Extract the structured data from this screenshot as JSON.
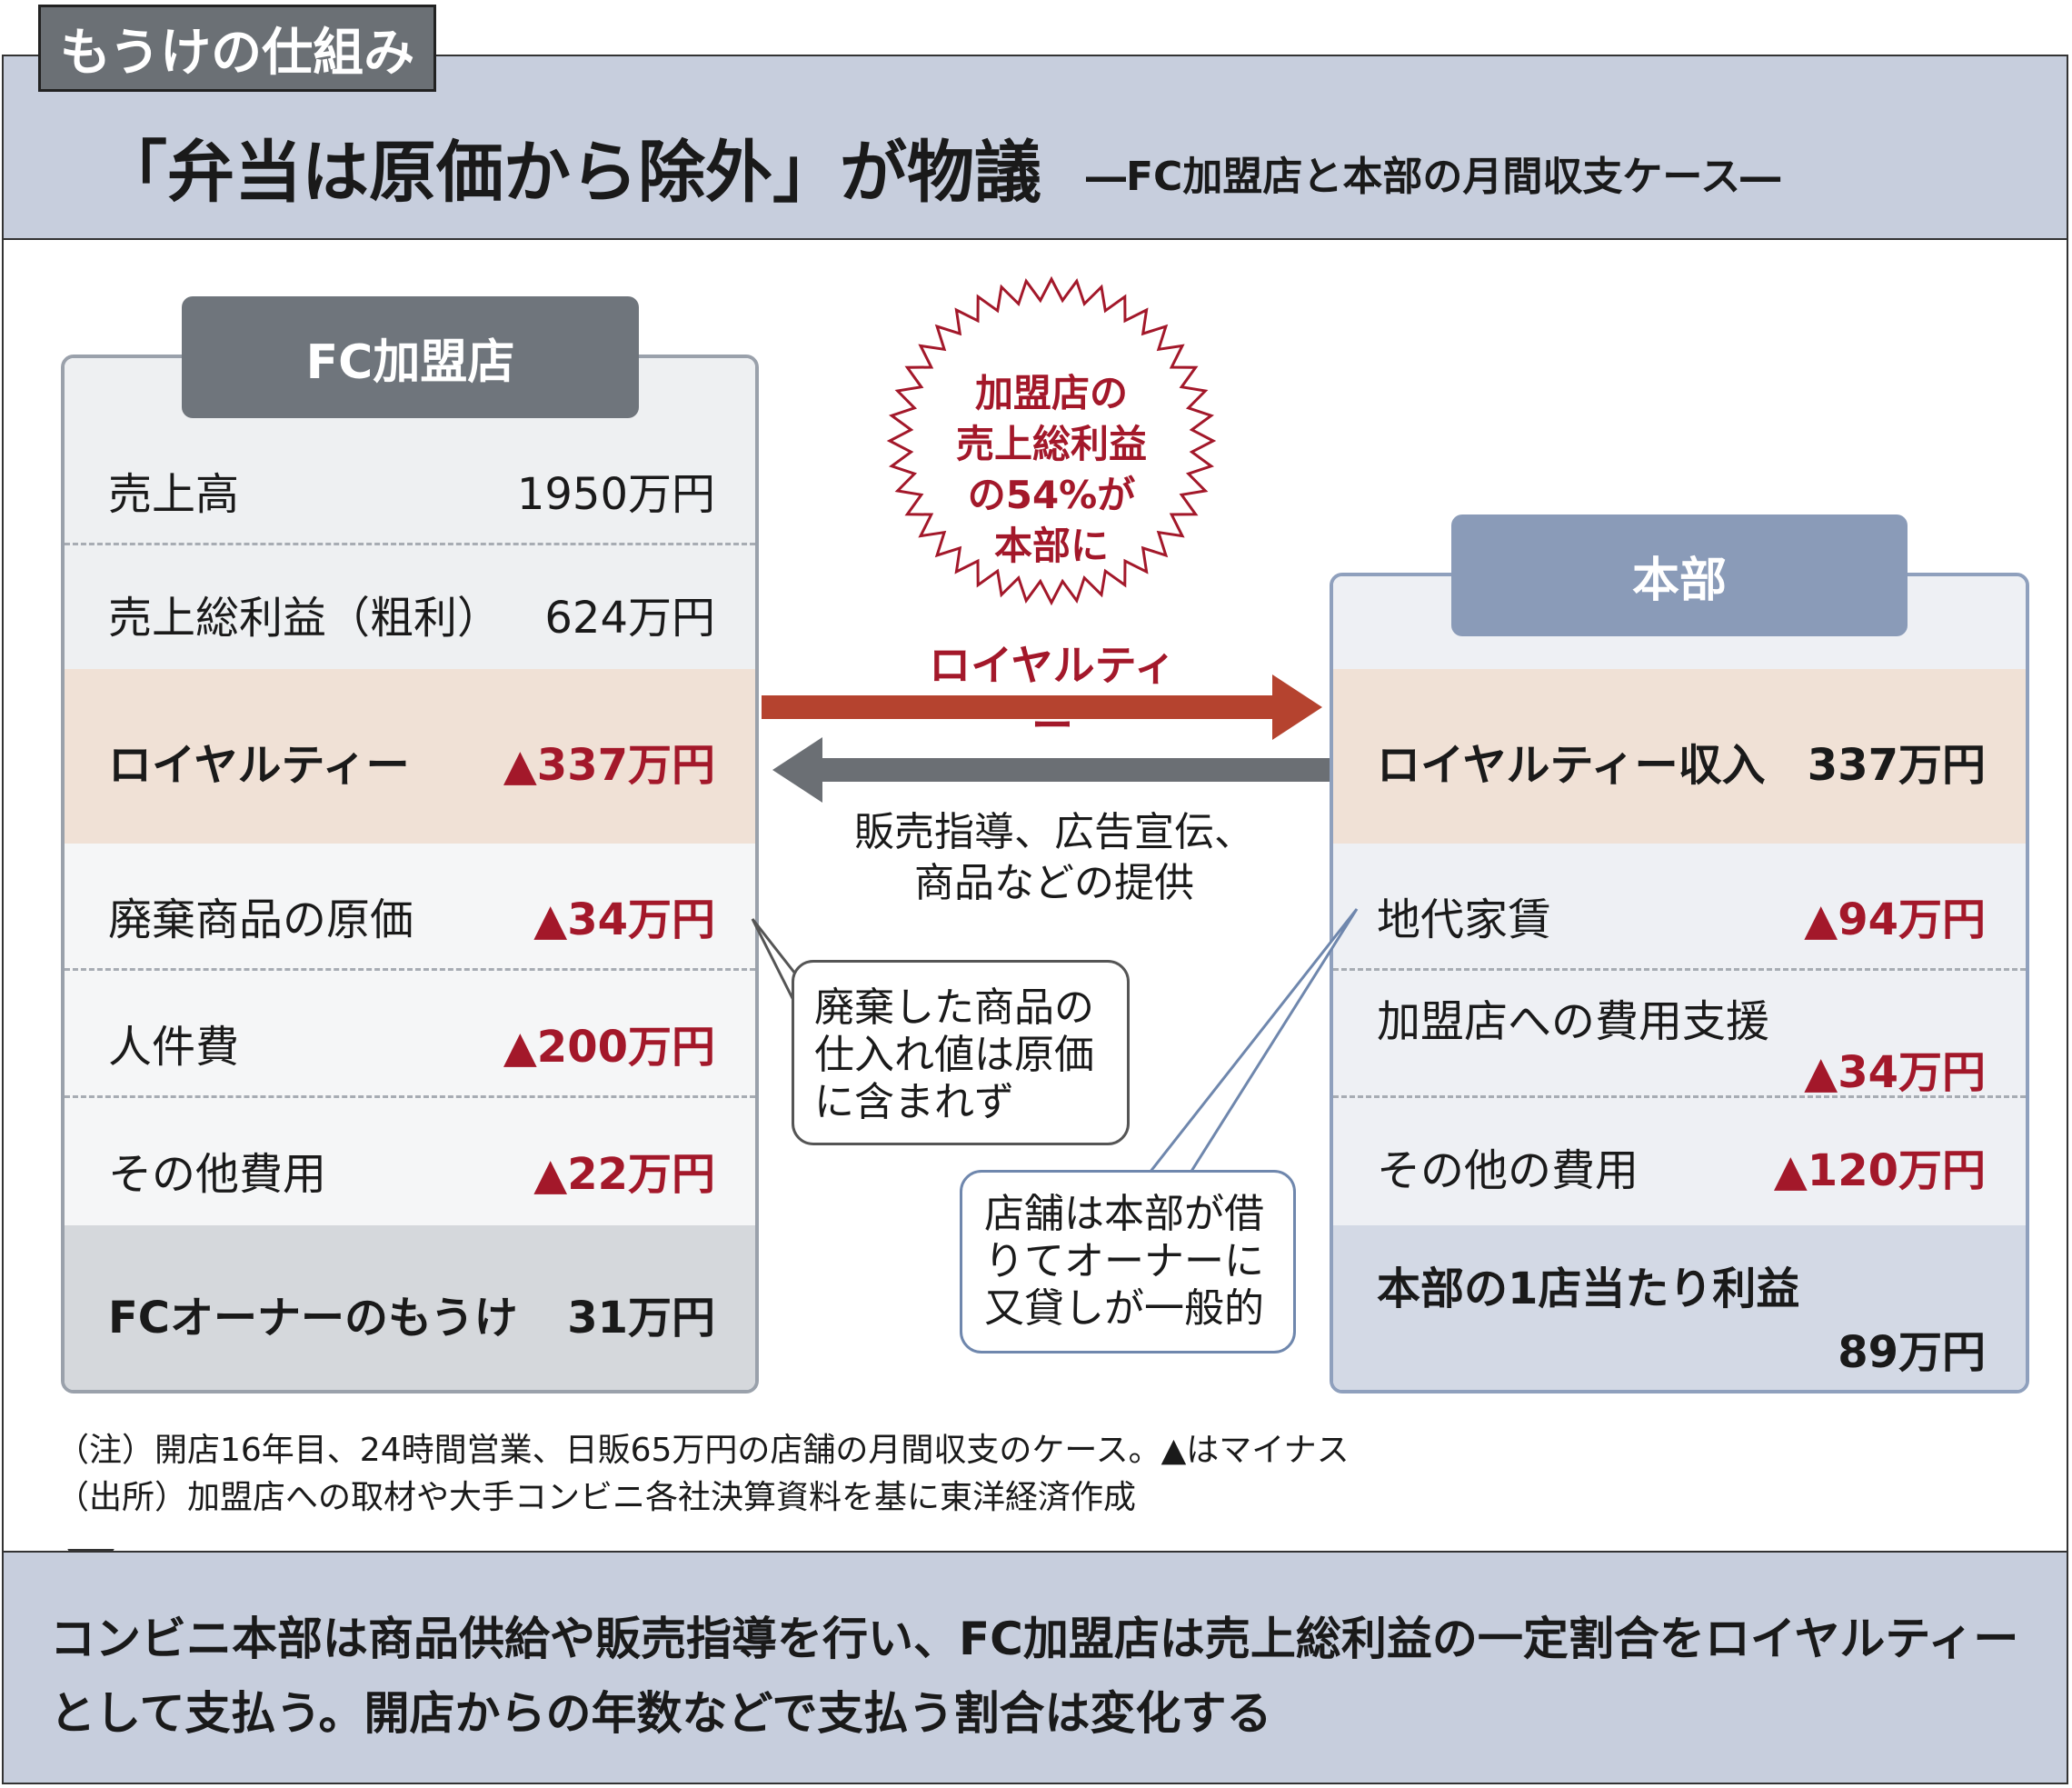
{
  "header": {
    "tag": "もうけの仕組み",
    "title": "「弁当は原価から除外」が物議",
    "subtitle": "―FC加盟店と本部の月間収支ケース―"
  },
  "franchise": {
    "tab": "FC加盟店",
    "rows": [
      {
        "label": "売上高",
        "value": "1950万円"
      },
      {
        "label": "売上総利益（粗利）",
        "value": "624万円"
      },
      {
        "label": "ロイヤルティー",
        "value": "▲337万円"
      },
      {
        "label": "廃棄商品の原価",
        "value": "▲34万円"
      },
      {
        "label": "人件費",
        "value": "▲200万円"
      },
      {
        "label": "その他費用",
        "value": "▲22万円"
      },
      {
        "label": "FCオーナーのもうけ",
        "value": "31万円"
      }
    ]
  },
  "hq": {
    "tab": "本部",
    "rows": [
      {
        "label": "ロイヤルティー収入",
        "value": "337万円"
      },
      {
        "label": "地代家賃",
        "value": "▲94万円"
      },
      {
        "label": "加盟店への費用支援",
        "value": "▲34万円"
      },
      {
        "label": "その他の費用",
        "value": "▲120万円"
      },
      {
        "label": "本部の1店当たり利益",
        "value": "89万円"
      }
    ]
  },
  "flow": {
    "burst_lines": [
      "加盟店の",
      "売上総利益",
      "の54%が",
      "本部に"
    ],
    "royalty_label": "ロイヤルティー",
    "service_lines": [
      "販売指導、広告宣伝、",
      "商品などの提供"
    ]
  },
  "callouts": {
    "disposal_lines": [
      "廃棄した商品の",
      "仕入れ値は原価",
      "に含まれず"
    ],
    "store_lines": [
      "店舗は本部が借",
      "りてオーナーに",
      "又貸しが一般的"
    ]
  },
  "notes": {
    "note1": "（注）開店16年目、24時間営業、日販65万円の店舗の月間収支のケース。▲はマイナス",
    "note2": "（出所）加盟店への取材や大手コンビニ各社決算資料を基に東洋経済作成"
  },
  "footer": {
    "text": "コンビニ本部は商品供給や販売指導を行い、FC加盟店は売上総利益の一定割合をロイヤルティーとして支払う。開店からの年数などで支払う割合は変化する"
  },
  "colors": {
    "header_bg": "#c7cedd",
    "negative": "#a3182a",
    "royalty_row": "#f0e1d6",
    "arrow_red": "#b5432f",
    "arrow_gray": "#6b6f74"
  }
}
